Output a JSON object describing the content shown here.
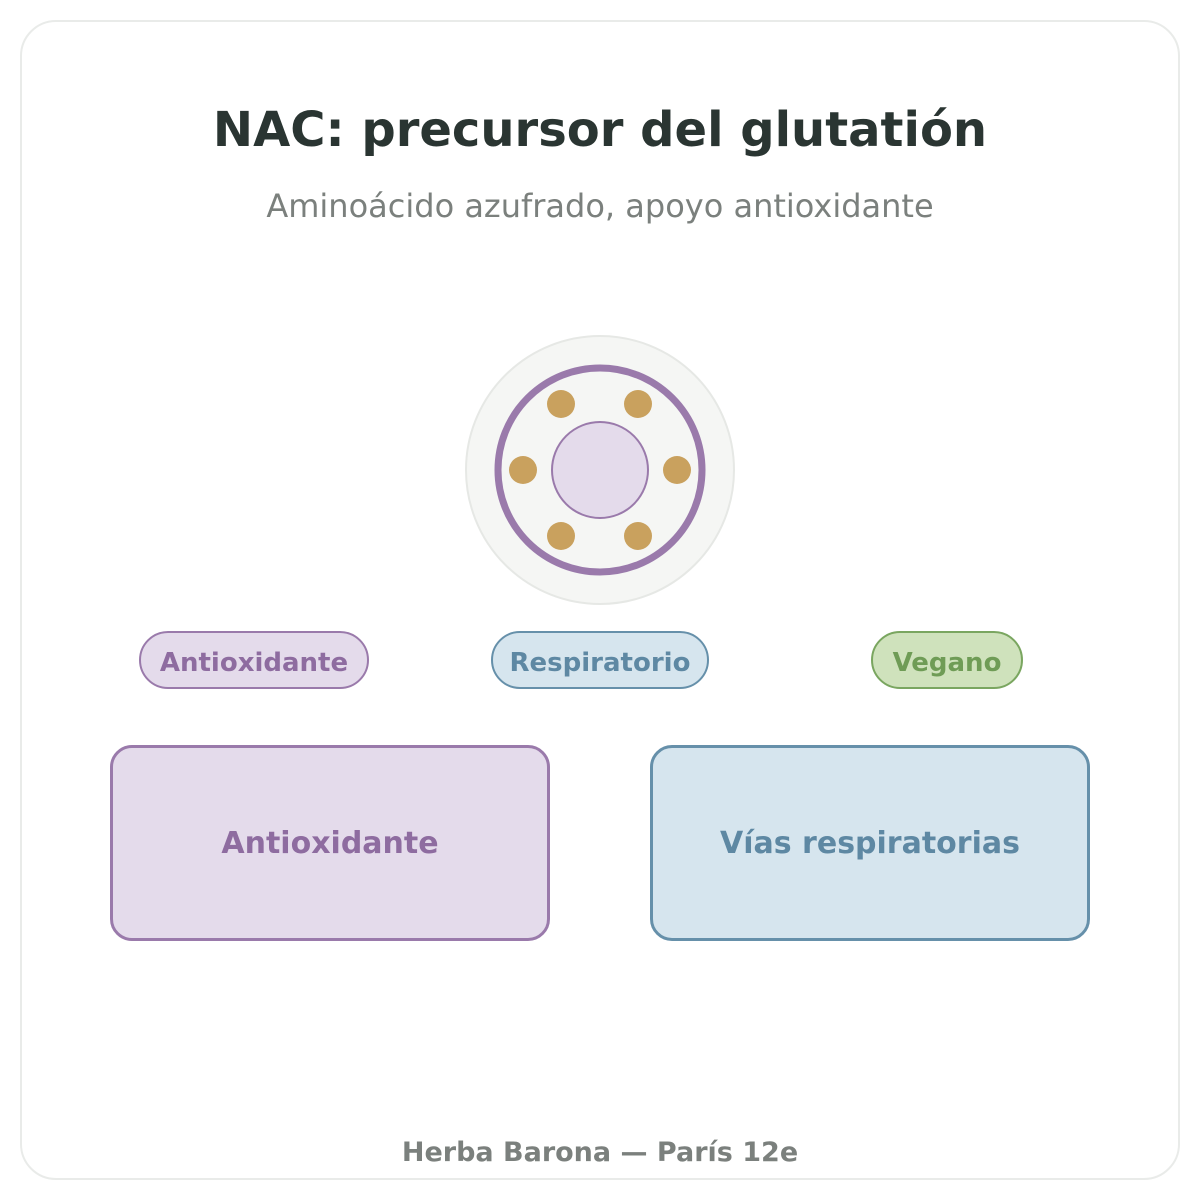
{
  "header": {
    "title": "NAC: precursor del glutatión",
    "subtitle": "Aminoácido azufrado, apoyo antioxidante"
  },
  "tags": [
    {
      "label": "Antioxidante"
    },
    {
      "label": "Respiratorio"
    },
    {
      "label": "Vegano"
    }
  ],
  "benefits": [
    {
      "label": "Antioxidante"
    },
    {
      "label": "Vías respiratorias"
    }
  ],
  "footer": {
    "text": "Herba Barona — París 12e"
  },
  "colors": {
    "purple": "#9a7aab",
    "purple_fill": "#e4dbeb",
    "blue": "#6690aa",
    "blue_fill": "#d6e5ee",
    "green": "#7aa660",
    "green_fill": "#cfe2bc",
    "gold": "#c9a15e",
    "title": "#2a3532",
    "muted": "#7b807d"
  }
}
